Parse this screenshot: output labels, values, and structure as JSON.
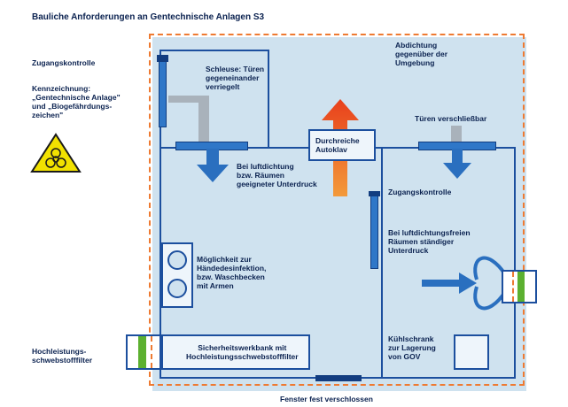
{
  "title": "Bauliche Anforderungen an Gentechnische Anlagen S3",
  "labels": {
    "zugangskontrolle_left": "Zugangskontrolle",
    "kennzeichnung": "Kennzeichnung:\n„Gentechnische Anlage\"\nund „Biogefährdungs-\nzeichen\"",
    "ablufttuere": "Schleuse: Türen\ngegeneinander\nverriegelt",
    "abdichtung": "Abdichtung\ngegenüber der\nUmgebung",
    "durchreiche": "Durchreiche\nAutoklav",
    "tueren_verschliessbar": "Türen verschließbar",
    "unterdruck_schleuse": "Bei luftdichtung\nbzw. Räumen\ngeeigneter Unterdruck",
    "zugangskontrolle_right": "Zugangskontrolle",
    "unterdruck_raum": "Bei luftdichtungsfreien\nRäumen ständiger\nUnterdruck",
    "waschgelegenheit": "Möglichkeit zur\nHändedesinfektion,\nbzw. Waschbecken\nmit Armen",
    "hochleistungsfilter": "Hochleistungs-\nschwebstofffilter",
    "sicherheitswerkbank": "Sicherheitswerkbank mit\nHochleistungsschwebstofffilter",
    "kuehleinrichtung": "Kühlschrank\nzur Lagerung\nvon GOV",
    "fenster": "Fenster fest verschlossen"
  },
  "colors": {
    "panel": "#cfe2ef",
    "dashed_border": "#ee7a32",
    "wall": "#1c4f9e",
    "arrow_blue": "#2a6fbf",
    "arrow_up": "#e8401c",
    "hazard": "#f2e200"
  },
  "icons": {
    "hazard": "biohazard-icon",
    "arrow_down": "arrow-down-icon",
    "arrow_up": "arrow-up-icon",
    "arrow_right": "arrow-right-icon"
  }
}
